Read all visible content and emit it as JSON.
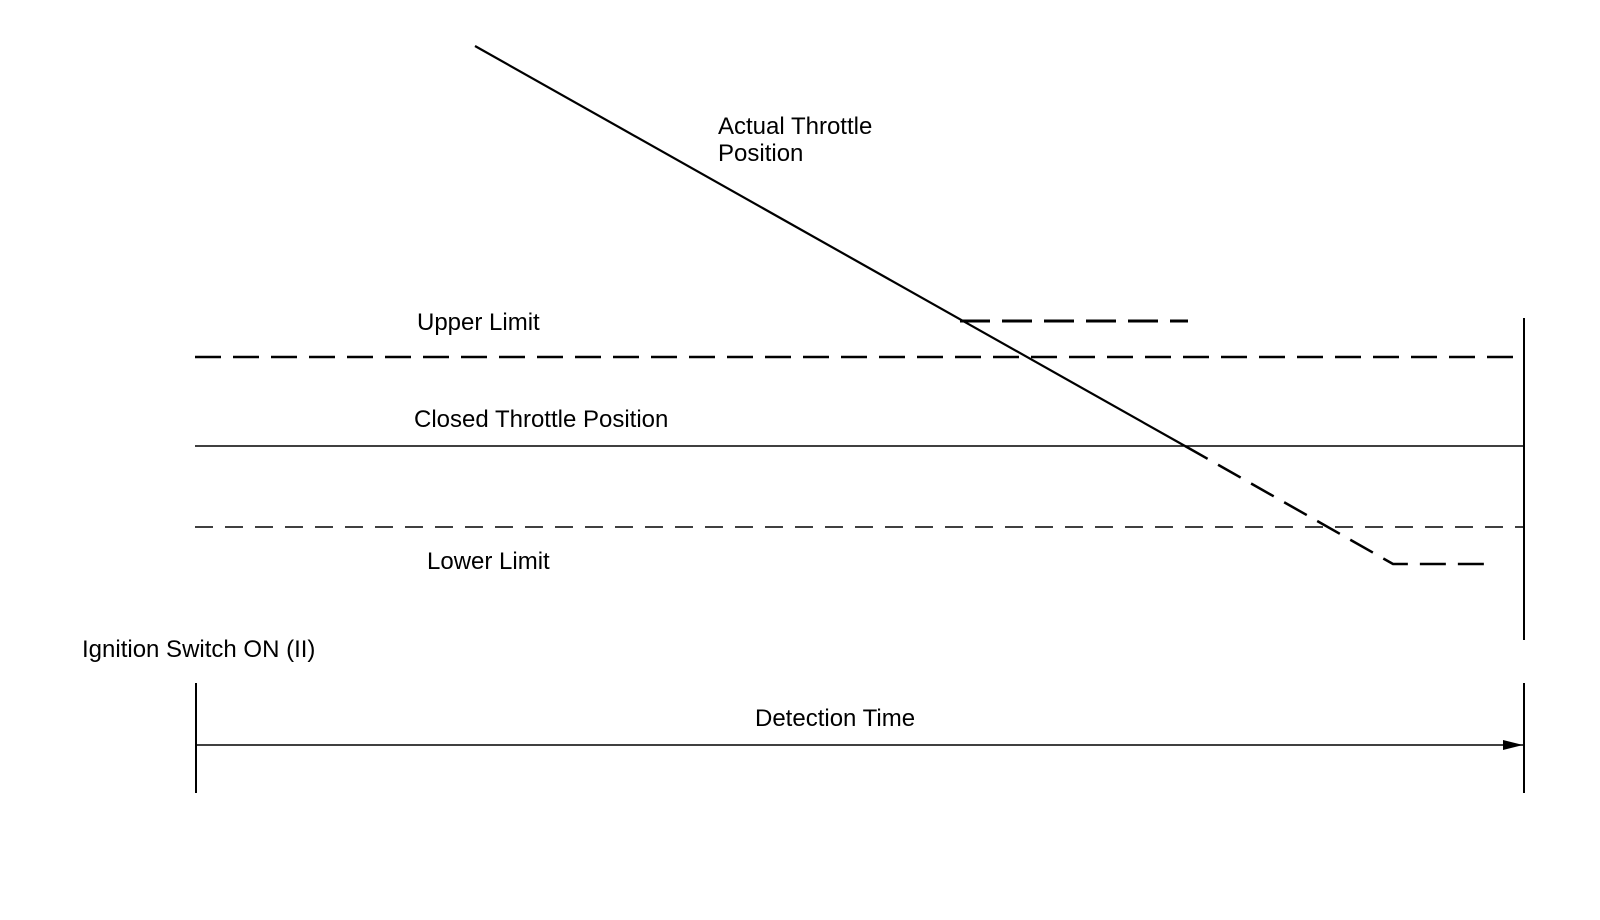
{
  "labels": {
    "actual_throttle_line1": "Actual Throttle",
    "actual_throttle_line2": "Position",
    "upper_limit": "Upper Limit",
    "closed_throttle": "Closed Throttle Position",
    "lower_limit": "Lower Limit",
    "ignition_switch": "Ignition Switch ON (II)",
    "detection_time": "Detection Time"
  },
  "colors": {
    "line": "#000000",
    "background": "#ffffff"
  }
}
